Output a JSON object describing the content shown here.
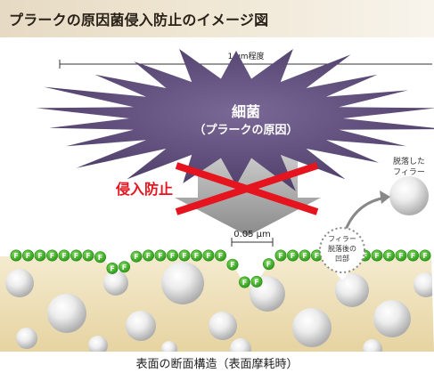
{
  "title": "プラークの原因菌侵入防止のイメージ図",
  "scale_label": "1 μm程度",
  "bacteria_title": "細菌",
  "bacteria_subtitle": "（プラークの原因）",
  "block_label": "侵入防止",
  "detached_filler_label": [
    "脱落した",
    "フィラー"
  ],
  "gap_label": "0.05 μm",
  "recess_label": [
    "フィラー",
    "脱落後の",
    "凹部"
  ],
  "fluorine_letter": "F",
  "caption": "表面の断面構造（表面摩耗時）",
  "colors": {
    "bacteria": "#5e4c7a",
    "fluorine_ball": "#4dbd2f",
    "block_cross": "#e5141e",
    "surface": "#e9d9ad"
  },
  "icons": [
    "spiky-burst-icon",
    "down-arrow-icon",
    "x-cross-icon",
    "curved-arrow-icon",
    "filler-sphere-icon"
  ]
}
